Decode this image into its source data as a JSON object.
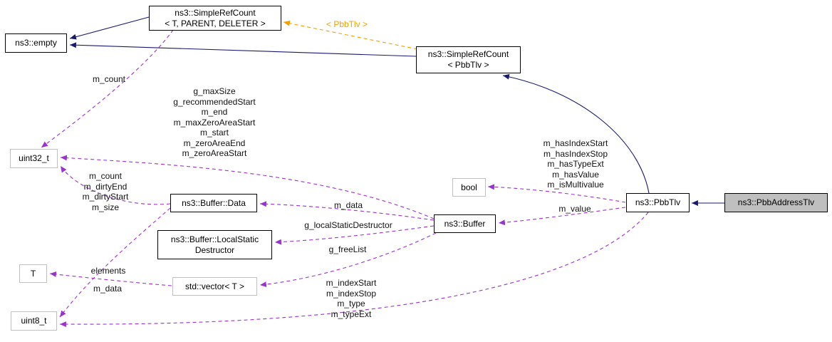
{
  "diagram": {
    "nodes": {
      "simpleRefCountTemplate": {
        "label": "ns3::SimpleRefCount\n< T, PARENT, DELETER >"
      },
      "empty": {
        "label": "ns3::empty"
      },
      "simpleRefCountPbbTlv": {
        "label": "ns3::SimpleRefCount\n< PbbTlv >"
      },
      "uint32": {
        "label": "uint32_t"
      },
      "bool": {
        "label": "bool"
      },
      "bufferData": {
        "label": "ns3::Buffer::Data"
      },
      "buffer": {
        "label": "ns3::Buffer"
      },
      "localStaticDestructor": {
        "label": "ns3::Buffer::LocalStatic\nDestructor"
      },
      "t": {
        "label": "T"
      },
      "vector": {
        "label": "std::vector< T >"
      },
      "uint8": {
        "label": "uint8_t"
      },
      "pbbTlv": {
        "label": "ns3::PbbTlv"
      },
      "pbbAddressTlv": {
        "label": "ns3::PbbAddressTlv"
      }
    },
    "edge_labels": {
      "m_count_top": "m_count",
      "buffer_uint32_members": "g_maxSize\ng_recommendedStart\nm_end\nm_maxZeroAreaStart\nm_start\nm_zeroAreaEnd\nm_zeroAreaStart",
      "bufferdata_uint32_members": "m_count\nm_dirtyEnd\nm_dirtyStart\nm_size",
      "template_args": "< PbbTlv >",
      "pbbtlv_bool_members": "m_hasIndexStart\nm_hasIndexStop\nm_hasTypeExt\nm_hasValue\nm_isMultivalue",
      "m_data_buffer": "m_data",
      "m_value": "m_value",
      "g_localStaticDestructor": "g_localStaticDestructor",
      "g_freeList": "g_freeList",
      "elements": "elements",
      "m_data_bufferdata": "m_data",
      "pbbtlv_uint8_members": "m_indexStart\nm_indexStop\nm_type\nm_typeExt"
    },
    "colors": {
      "inheritance_edge": "#191970",
      "usage_edge": "#9a32cd",
      "template_edge": "#f0a000",
      "node_border": "#000000",
      "external_node_border": "#c0c0c0",
      "target_node_fill": "#bfbfbf",
      "background": "#ffffff"
    }
  }
}
